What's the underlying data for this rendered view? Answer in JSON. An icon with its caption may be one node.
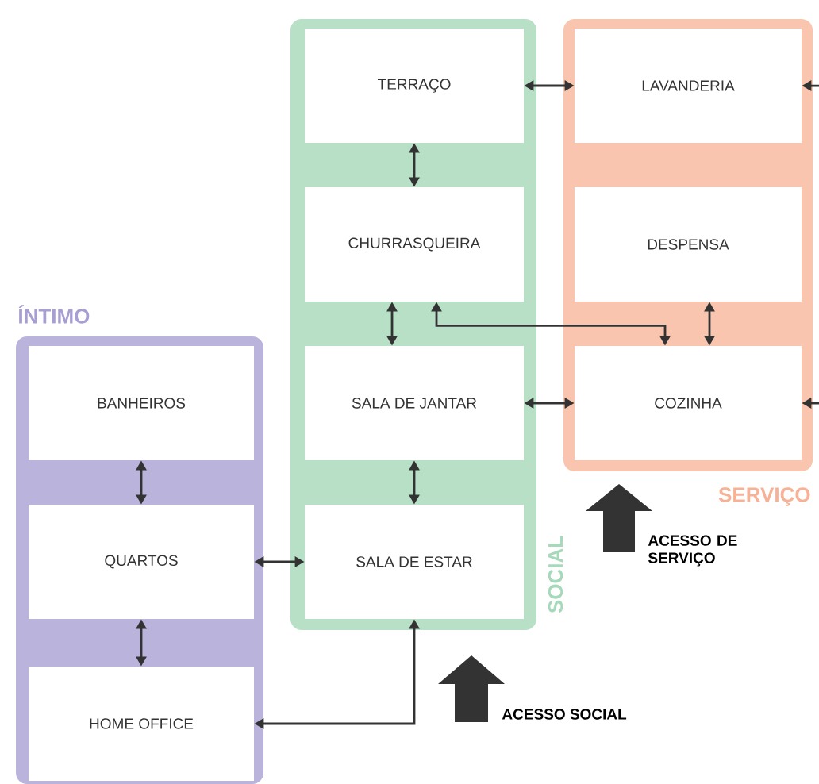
{
  "diagram": {
    "nodes": [
      {
        "text": [
          "SOCIAL"
        ]
      },
      {
        "text": [
          "TERRAÇO"
        ],
        "in": 0
      },
      {
        "text": [
          "CHURRASQUEIRA"
        ],
        "in": 0
      },
      {
        "text": [
          "SALA DE JANTAR"
        ],
        "in": 0
      },
      {
        "text": [
          "SALA DE ESTAR"
        ],
        "in": 0
      },
      {
        "text": [
          "SERVIÇO"
        ]
      },
      {
        "text": [
          "LAVANDERIA"
        ],
        "in": 5
      },
      {
        "text": [
          "DESPENSA"
        ],
        "in": 5
      },
      {
        "text": [
          "COZINHA"
        ],
        "in": 5
      },
      {
        "text": [
          "ÍNTIMO"
        ]
      },
      {
        "text": [
          "BANHEIROS"
        ],
        "in": 9
      },
      {
        "text": [
          "QUARTOS"
        ],
        "in": 9
      },
      {
        "text": [
          "HOME OFFICE"
        ],
        "in": 9
      }
    ],
    "edges": [
      {
        "from": 1,
        "to": 6,
        "arrow": "both"
      },
      {
        "from": 1,
        "to": 2,
        "arrow": "both"
      },
      {
        "from": 2,
        "to": 3,
        "arrow": "both"
      },
      {
        "from": 3,
        "to": 4,
        "arrow": "both"
      },
      {
        "from": 7,
        "to": 8,
        "arrow": "both"
      },
      {
        "from": 3,
        "to": 8,
        "arrow": "both"
      },
      {
        "from": 2,
        "to": 8,
        "arrow": "both"
      },
      {
        "from": 11,
        "to": 4,
        "arrow": "both"
      },
      {
        "from": 10,
        "to": 11,
        "arrow": "both"
      },
      {
        "from": 11,
        "to": 12,
        "arrow": "both"
      },
      {
        "from": 12,
        "to": 4,
        "arrow": "both"
      },
      {
        "from": null,
        "to": 6,
        "arrow": "to"
      },
      {
        "from": null,
        "to": 8,
        "arrow": "to"
      }
    ],
    "labels": [
      "ACESSO DE SERVIÇO",
      "ACESSO SOCIAL"
    ]
  }
}
